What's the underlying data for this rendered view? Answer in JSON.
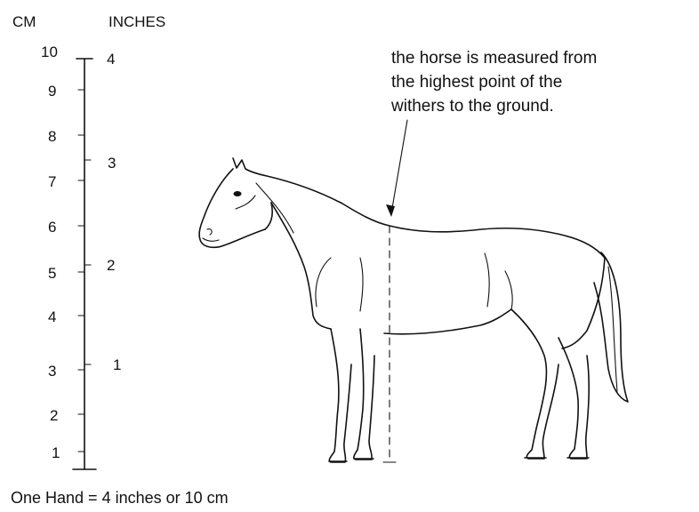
{
  "ruler": {
    "cm_header": "CM",
    "inch_header": "INCHES",
    "cm_ticks": [
      "1",
      "2",
      "3",
      "4",
      "5",
      "6",
      "7",
      "8",
      "9",
      "10"
    ],
    "inch_ticks": [
      "1",
      "2",
      "3",
      "4"
    ]
  },
  "annotation": {
    "lines": [
      "the horse is measured from",
      "the highest point of the",
      "withers to the ground."
    ]
  },
  "caption": "One Hand = 4 inches  or 10 cm",
  "illustration": {
    "subject": "horse-line-drawing",
    "ink_color": "#111111"
  }
}
